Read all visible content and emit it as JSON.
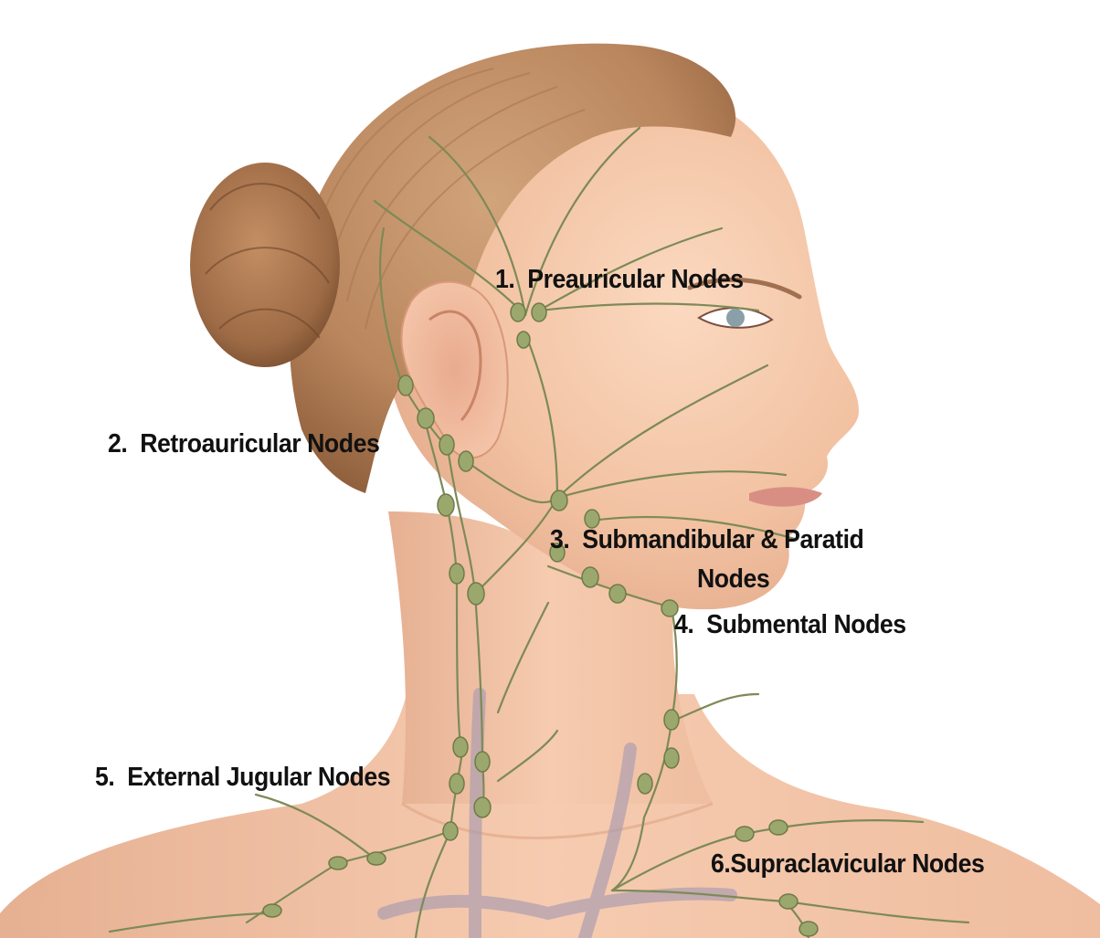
{
  "labels": {
    "preauricular": {
      "number": "1.",
      "text": "Preauricular Nodes"
    },
    "retroauricular": {
      "number": "2.",
      "text": "Retroauricular Nodes"
    },
    "submandibular": {
      "number": "3.",
      "text": "Submandibular & Paratid",
      "text_line2": "Nodes"
    },
    "submental": {
      "number": "4.",
      "text": "Submental Nodes"
    },
    "external_jugular": {
      "number": "5.",
      "text": "External Jugular Nodes"
    },
    "supraclavicular": {
      "text": "6.Supraclavicular Nodes"
    }
  },
  "colors": {
    "skin": "#f3c7a8",
    "hair": "#b9865d",
    "lymph_vessel": "#7d8a57",
    "lymph_node": "#9aa86e",
    "vein": "#a89bb0"
  }
}
